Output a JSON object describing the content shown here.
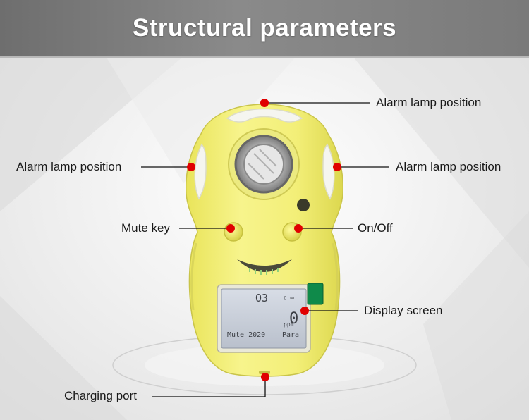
{
  "title": "Structural parameters",
  "labels": {
    "alarm_top": "Alarm lamp position",
    "alarm_left": "Alarm lamp position",
    "alarm_right": "Alarm lamp position",
    "mute_key": "Mute key",
    "on_off": "On/Off",
    "display_screen": "Display screen",
    "charging_port": "Charging port"
  },
  "display": {
    "line1": "O3",
    "battery": "▯ ▭",
    "reading": "0",
    "unit": "ppm",
    "left_soft": "Mute 2020",
    "right_soft": "Para"
  },
  "colors": {
    "marker": "#e00000",
    "device_body": "#f3f07a",
    "header": "#7a7a7a"
  }
}
